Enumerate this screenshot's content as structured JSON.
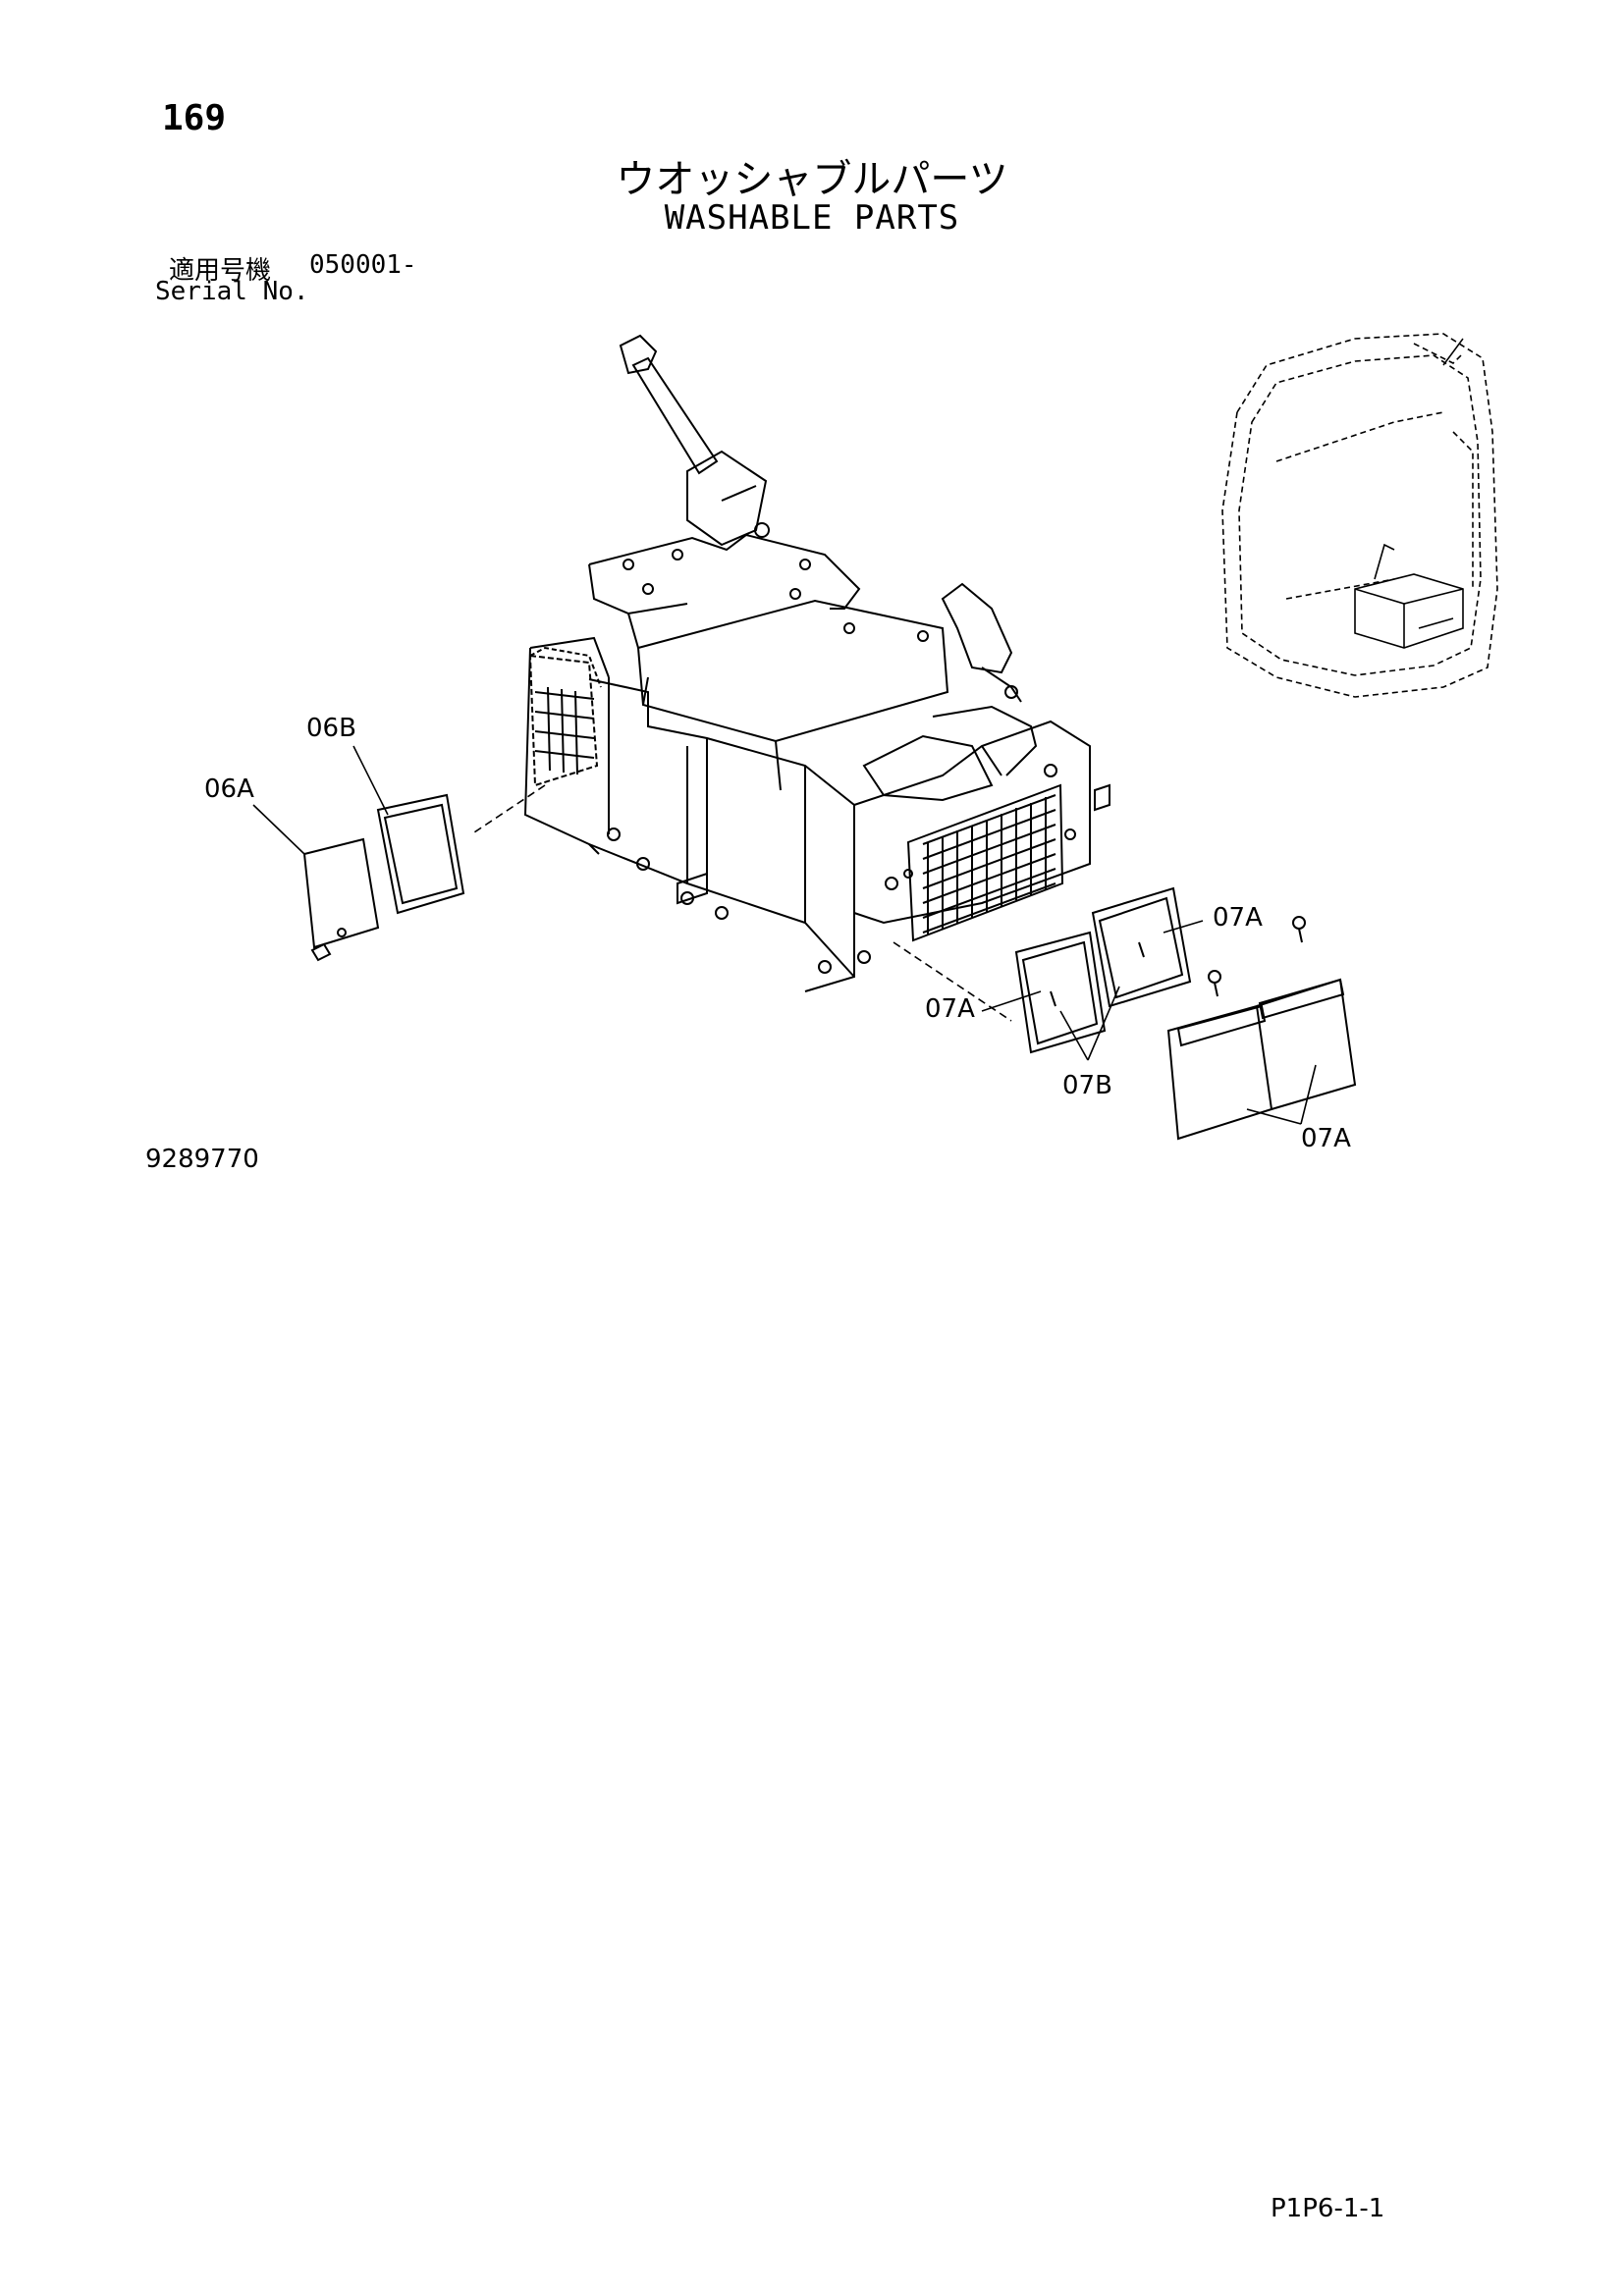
{
  "page_number": "169",
  "title_jp": "ウオッシャブルパーツ",
  "title_en": "WASHABLE PARTS",
  "serial": {
    "label_jp": "適用号機",
    "value": "050001-",
    "label_en": "Serial No."
  },
  "callouts": {
    "c06B": "06B",
    "c06A": "06A",
    "c07A_top": "07A",
    "c07A_left": "07A",
    "c07B": "07B",
    "c07A_bottom": "07A"
  },
  "drawing_number": "9289770",
  "page_code": "P1P6-1-1"
}
